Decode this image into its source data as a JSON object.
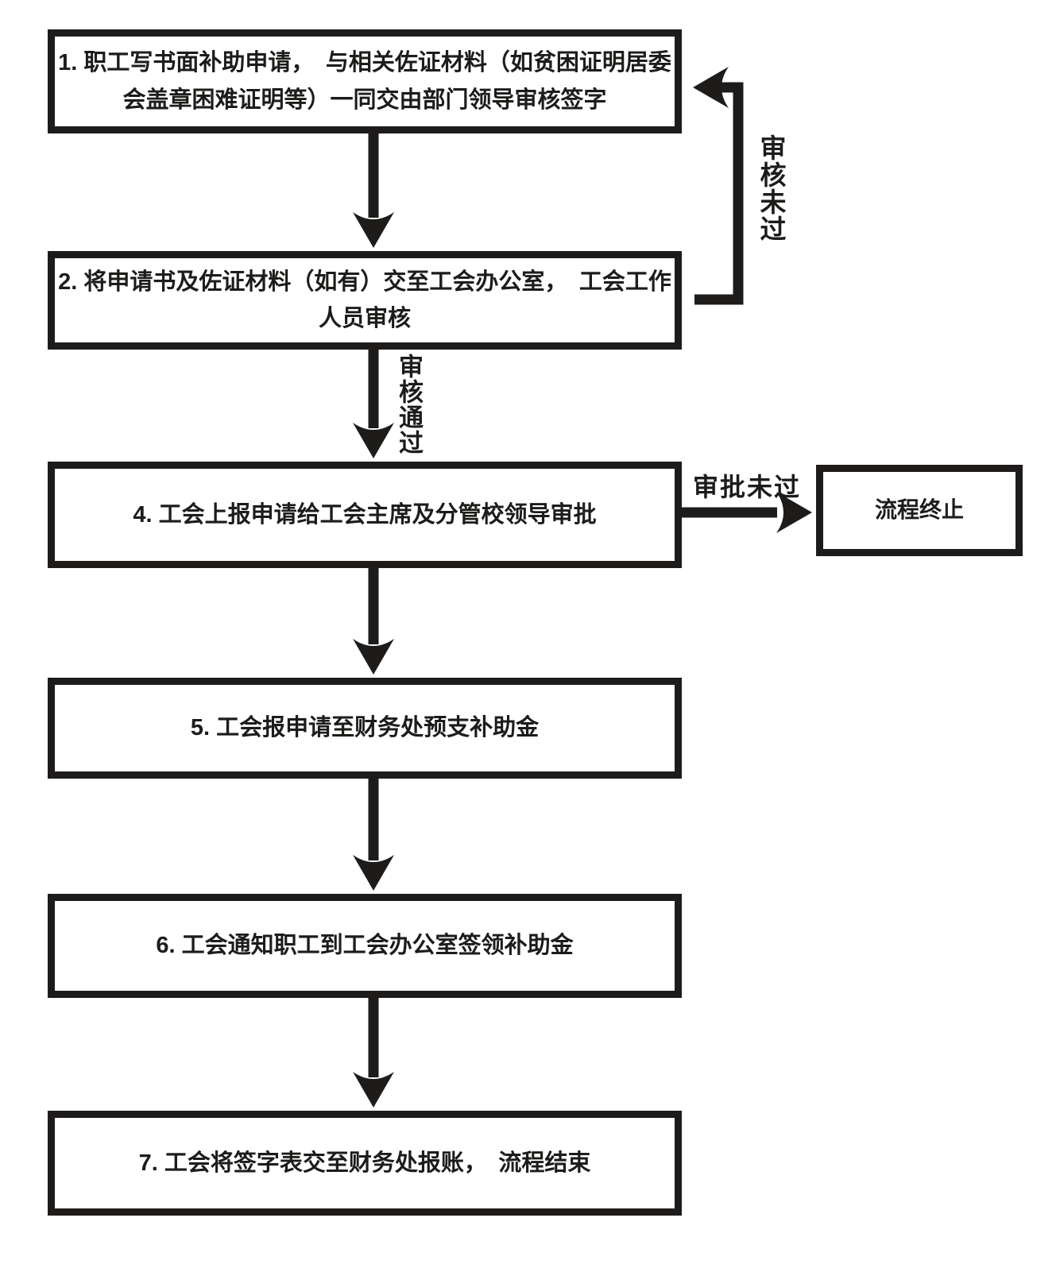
{
  "flowchart": {
    "steps": [
      {
        "label": "1. 职工写书面补助申请，　与相关佐证材料（如贫困证明居委\n会盖章困难证明等）一同交由部门领导审核签字"
      },
      {
        "label": "2. 将申请书及佐证材料（如有）交至工会办公室，　工会工作\n人员审核"
      },
      {
        "label": "4. 工会上报申请给工会主席及分管校领导审批"
      },
      {
        "label": "5. 工会报申请至财务处预支补助金"
      },
      {
        "label": "6. 工会通知职工到工会办公室签领补助金"
      },
      {
        "label": "7. 工会将签字表交至财务处报账，　流程结束"
      }
    ],
    "terminal": {
      "label": "流程终止"
    },
    "edge_labels": {
      "review_failed": "审核未过",
      "review_passed": "审核通过",
      "approval_failed": "审批未过"
    },
    "colors": {
      "ink": "#1e1c1a",
      "background": "#ffffff"
    }
  }
}
